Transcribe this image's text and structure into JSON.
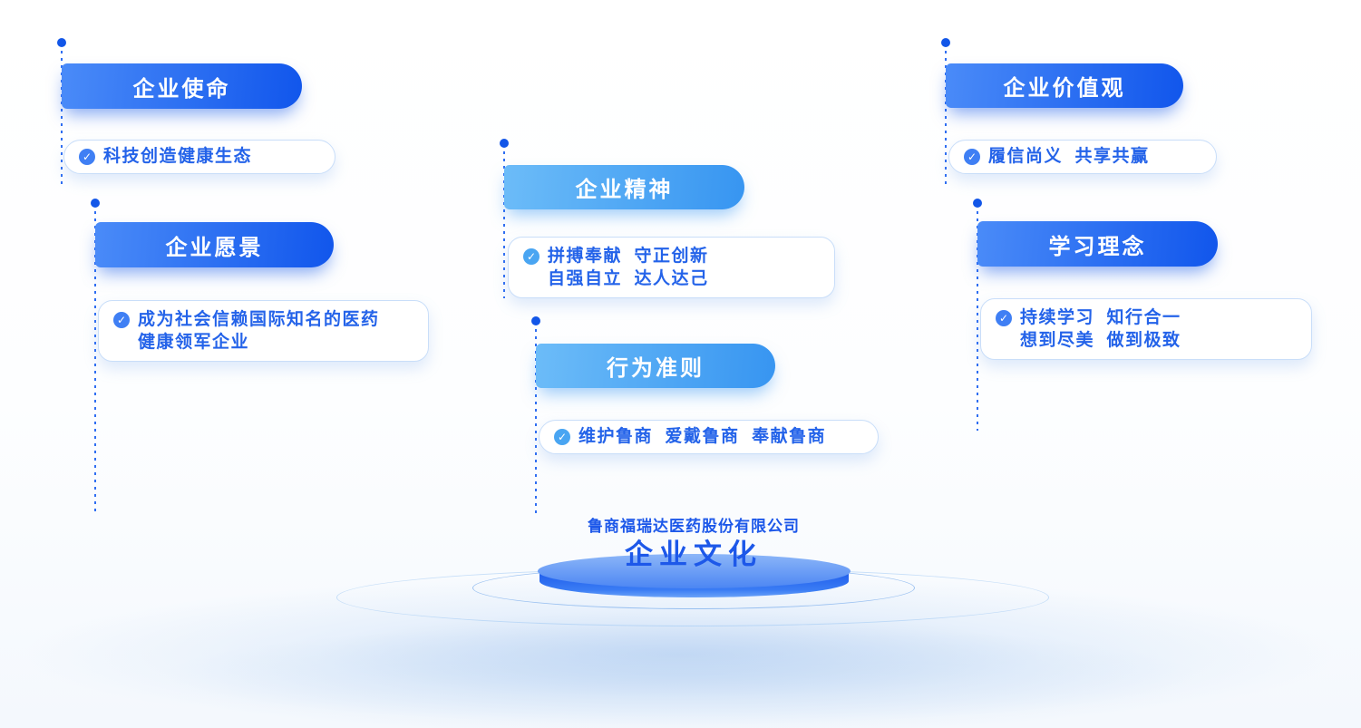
{
  "colors": {
    "deep_banner_start": "#4a8bf8",
    "deep_banner_end": "#1156ec",
    "light_banner_start": "#6cbcf8",
    "light_banner_end": "#3795f1",
    "pill_text": "#2463e9",
    "pill_border": "#c9def9",
    "pole": "#2f6ef2",
    "dot": "#1256e8",
    "check_deep": "#3f7ff4",
    "check_light": "#49a5f2",
    "podium_top_start": "#8cb6f8",
    "podium_top_end": "#4c86f3",
    "center_text": "#1d58e9"
  },
  "icons": {
    "check": "✓"
  },
  "flags": [
    {
      "title": "企业使命",
      "theme": "deep",
      "lines": [
        "科技创造健康生态"
      ]
    },
    {
      "title": "企业愿景",
      "theme": "deep",
      "lines": [
        "成为社会信赖国际知名的医药",
        "健康领军企业"
      ]
    },
    {
      "title": "企业精神",
      "theme": "light",
      "lines": [
        "拼搏奉献  守正创新",
        "自强自立  达人达己"
      ]
    },
    {
      "title": "行为准则",
      "theme": "light",
      "lines": [
        "维护鲁商  爱戴鲁商  奉献鲁商"
      ]
    },
    {
      "title": "企业价值观",
      "theme": "deep",
      "lines": [
        "履信尚义  共享共赢"
      ]
    },
    {
      "title": "学习理念",
      "theme": "deep",
      "lines": [
        "持续学习  知行合一",
        "想到尽美  做到极致"
      ]
    }
  ],
  "center": {
    "company": "鲁商福瑞达医药股份有限公司",
    "title": "企业文化"
  }
}
